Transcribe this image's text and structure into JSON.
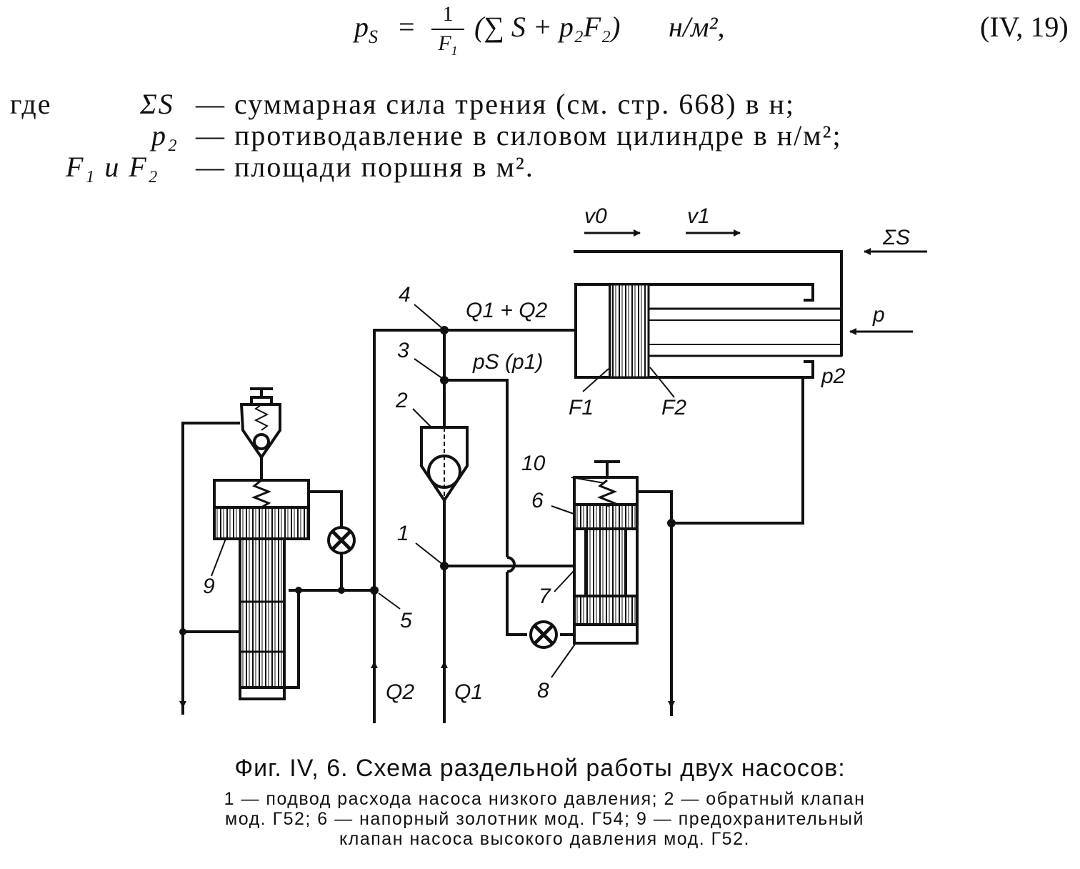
{
  "formula": {
    "lhs": "p",
    "lhs_sub": "S",
    "equals": "=",
    "frac_num": "1",
    "frac_den": "F",
    "frac_den_sub": "1",
    "rhs": "(∑ S + p₂F₂)",
    "unit": "н/м²,",
    "number": "(IV, 19)"
  },
  "definitions": {
    "where_word": "где",
    "line1_symbol": "ΣS",
    "line1_text": "— суммарная сила трения (см. стр. 668) в н;",
    "line2_symbol": "p₂",
    "line2_text": "— противодавление в силовом цилиндре в н/м²;",
    "line3_symbol": "F₁ и F₂",
    "line3_text": "— площади поршня в м²."
  },
  "diagram": {
    "labels": {
      "v0": "v0",
      "v1": "v1",
      "sum_s": "ΣS",
      "p": "p",
      "p2": "p2",
      "f1": "F1",
      "f2": "F2",
      "q1q2": "Q1 + Q2",
      "ps": "pS (p1)",
      "q1": "Q1",
      "q2": "Q2",
      "n1": "1",
      "n2": "2",
      "n3": "3",
      "n4": "4",
      "n5": "5",
      "n6": "6",
      "n7": "7",
      "n8": "8",
      "n9": "9",
      "n10": "10"
    }
  },
  "caption": {
    "title": "Фиг. IV, 6. Схема раздельной работы двух насосов:",
    "body_line1": "1 — подвод расхода насоса низкого давления; 2 — обратный клапан",
    "body_line2": "мод. Г52; 6 — напорный золотник мод. Г54; 9 — предохранительный",
    "body_line3": "клапан насоса высокого давления мод. Г52."
  }
}
